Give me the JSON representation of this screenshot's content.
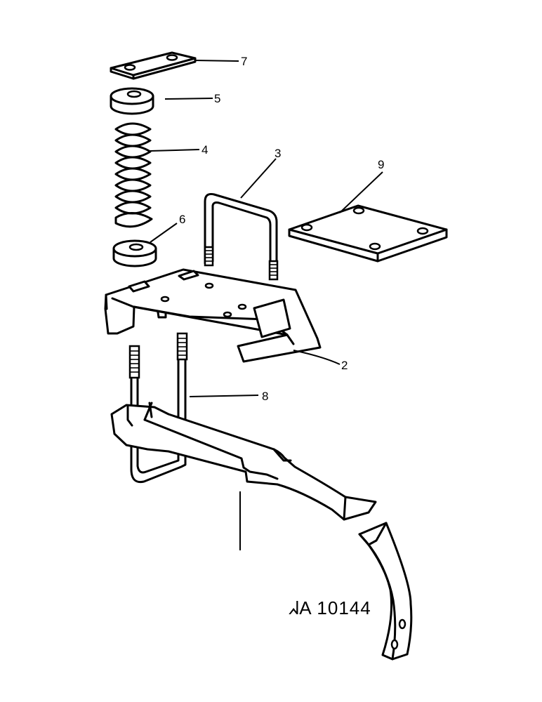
{
  "callouts": {
    "part_7": "7",
    "part_5": "5",
    "part_4": "4",
    "part_3": "3",
    "part_9": "9",
    "part_6": "6",
    "part_2": "2",
    "part_8": "8"
  },
  "reference_code": "ᖽA 10144",
  "colors": {
    "ink": "#000000",
    "paper": "#ffffff"
  }
}
